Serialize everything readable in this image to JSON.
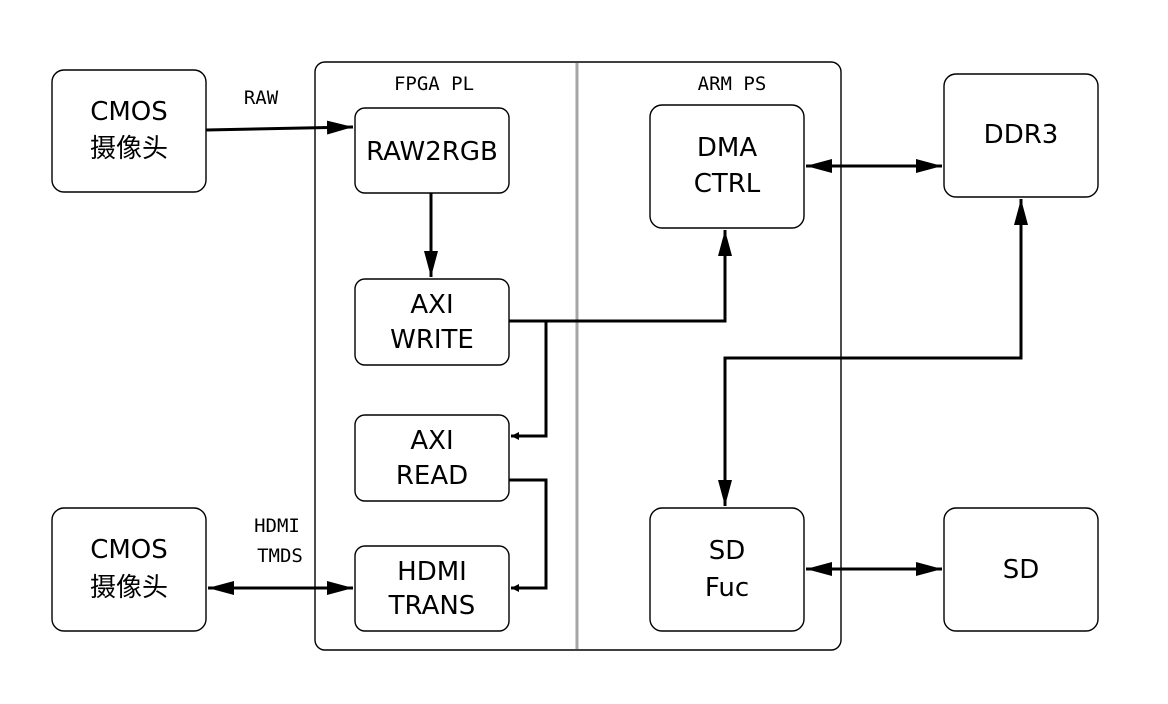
{
  "regions": {
    "fpga_pl": "FPGA PL",
    "arm_ps": "ARM PS"
  },
  "blocks": {
    "cmos_top": [
      "CMOS",
      "摄像头"
    ],
    "cmos_bottom": [
      "CMOS",
      "摄像头"
    ],
    "raw2rgb": [
      "RAW2RGB"
    ],
    "axi_write": [
      "AXI",
      "WRITE"
    ],
    "axi_read": [
      "AXI",
      "READ"
    ],
    "hdmi_trans": [
      "HDMI",
      "TRANS"
    ],
    "dma_ctrl": [
      "DMA",
      "CTRL"
    ],
    "sd_fuc": [
      "SD",
      "Fuc"
    ],
    "ddr3": [
      "DDR3"
    ],
    "sd": [
      "SD"
    ]
  },
  "edge_labels": {
    "raw": "RAW",
    "hdmi_tmds": [
      "HDMI",
      "TMDS"
    ]
  },
  "colors": {
    "line": "#000000",
    "divider": "#a6a6a6",
    "background": "#ffffff"
  }
}
